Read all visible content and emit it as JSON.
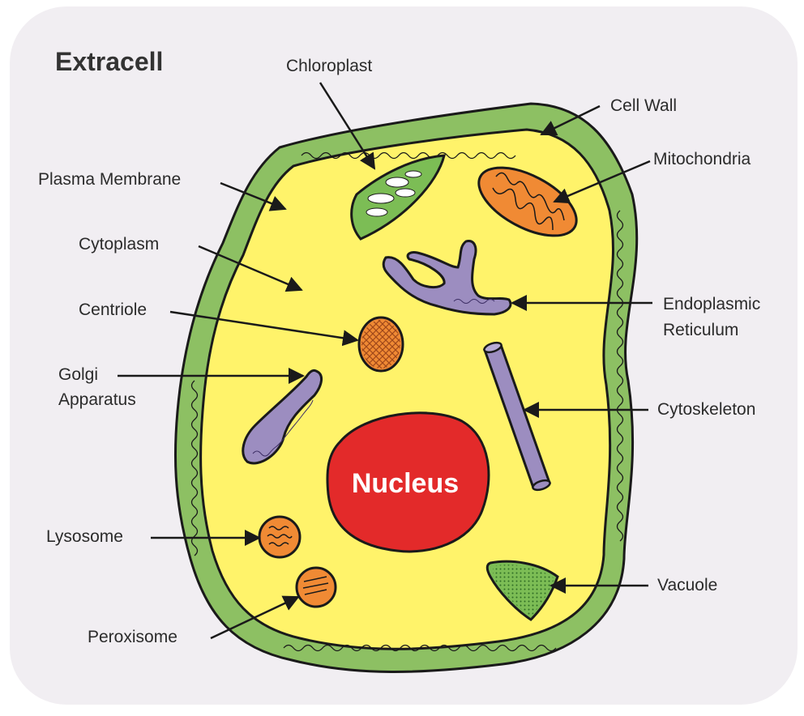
{
  "title": "Extracell",
  "colors": {
    "background": "#f1eef2",
    "cell_wall": "#8dc063",
    "cytoplasm": "#fff36a",
    "nucleus": "#e32a2a",
    "orange_organelle": "#f08a34",
    "purple_organelle": "#9c8dc0",
    "green_organelle": "#7cbd55"
  },
  "labels": {
    "chloroplast": "Chloroplast",
    "cell_wall": "Cell Wall",
    "mitochondria": "Mitochondria",
    "plasma_membrane": "Plasma Membrane",
    "cytoplasm": "Cytoplasm",
    "centriole": "Centriole",
    "golgi_line1": "Golgi",
    "golgi_line2": "Apparatus",
    "er_line1": "Endoplasmic",
    "er_line2": "Reticulum",
    "cytoskeleton": "Cytoskeleton",
    "nucleus": "Nucleus",
    "lysosome": "Lysosome",
    "vacuole": "Vacuole",
    "peroxisome": "Peroxisome"
  }
}
